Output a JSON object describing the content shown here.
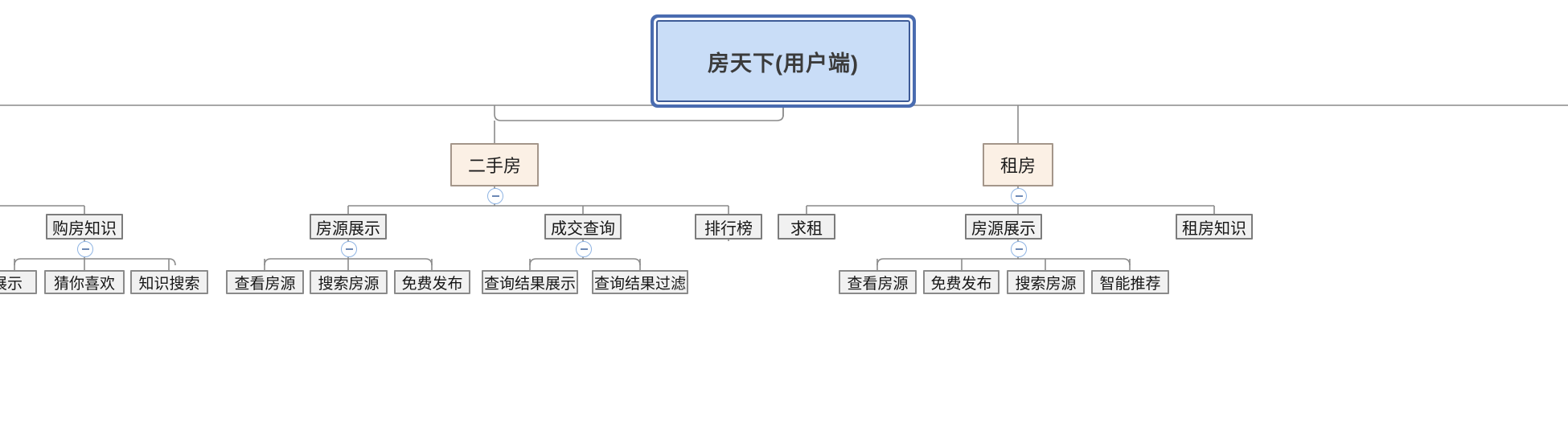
{
  "diagram": {
    "type": "mindmap-tree",
    "title": "房天下(用户端)",
    "colors": {
      "root_fill": "#c9ddf7",
      "root_border": "#3d5a96",
      "root_outer_border": "#4a6cb0",
      "level1_fill": "#fbf0e5",
      "level1_border": "#a4968a",
      "box_fill": "#f1f1f1",
      "box_border": "#7c7c7c",
      "link_color": "#8a8a8a",
      "toggle_border": "#8fb4e3",
      "background": "#ffffff"
    },
    "toggle_symbol": "−",
    "root": {
      "label": "房天下(用户端)"
    },
    "branches": [
      {
        "label": "二手房",
        "collapsible": true,
        "children": [
          {
            "label": "房源展示",
            "collapsible": true,
            "children": [
              {
                "label": "查看房源"
              },
              {
                "label": "搜索房源"
              },
              {
                "label": "免费发布"
              }
            ]
          },
          {
            "label": "成交查询",
            "collapsible": true,
            "children": [
              {
                "label": "查询结果展示"
              },
              {
                "label": "查询结果过滤"
              }
            ]
          },
          {
            "label": "排行榜",
            "collapsible": false,
            "children": []
          }
        ]
      },
      {
        "label": "租房",
        "collapsible": true,
        "children": [
          {
            "label": "求租",
            "collapsible": false,
            "children": []
          },
          {
            "label": "房源展示",
            "collapsible": true,
            "children": [
              {
                "label": "查看房源"
              },
              {
                "label": "免费发布"
              },
              {
                "label": "搜索房源"
              },
              {
                "label": "智能推荐"
              }
            ]
          },
          {
            "label": "租房知识",
            "collapsible": false,
            "children": []
          }
        ]
      }
    ],
    "offscreen_left_branch": {
      "note_label": "购房知识",
      "children": [
        {
          "label": "展示"
        },
        {
          "label": "猜你喜欢"
        },
        {
          "label": "知识搜索"
        }
      ]
    }
  }
}
